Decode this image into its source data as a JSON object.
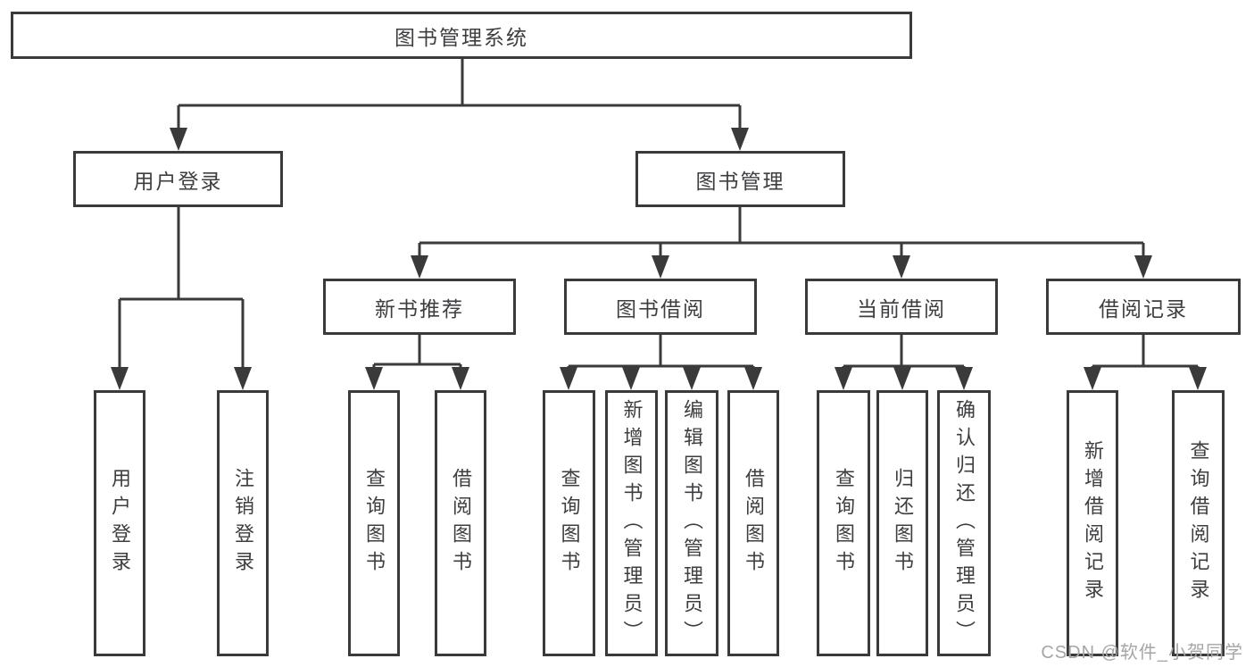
{
  "diagram_type": "functional-structure-tree",
  "colors": {
    "line": "#3a3a3a",
    "text": "#3e3e41",
    "watermark": "#a6a6a8",
    "background": "#ffffff"
  },
  "tree": {
    "label": "图书管理系统",
    "children": [
      {
        "label": "用户登录",
        "children": [
          {
            "label": "用户登录"
          },
          {
            "label": "注销登录"
          }
        ]
      },
      {
        "label": "图书管理",
        "children": [
          {
            "label": "新书推荐",
            "children": [
              {
                "label": "查询图书"
              },
              {
                "label": "借阅图书"
              }
            ]
          },
          {
            "label": "图书借阅",
            "children": [
              {
                "label": "查询图书"
              },
              {
                "label": "新增图书（管理员）"
              },
              {
                "label": "编辑图书（管理员）"
              },
              {
                "label": "借阅图书"
              }
            ]
          },
          {
            "label": "当前借阅",
            "children": [
              {
                "label": "查询图书"
              },
              {
                "label": "归还图书"
              },
              {
                "label": "确认归还（管理员）"
              }
            ]
          },
          {
            "label": "借阅记录",
            "children": [
              {
                "label": "新增借阅记录"
              },
              {
                "label": "查询借阅记录"
              }
            ]
          }
        ]
      }
    ]
  },
  "watermark": {
    "text": "CSDN @软件_小贺同学"
  }
}
